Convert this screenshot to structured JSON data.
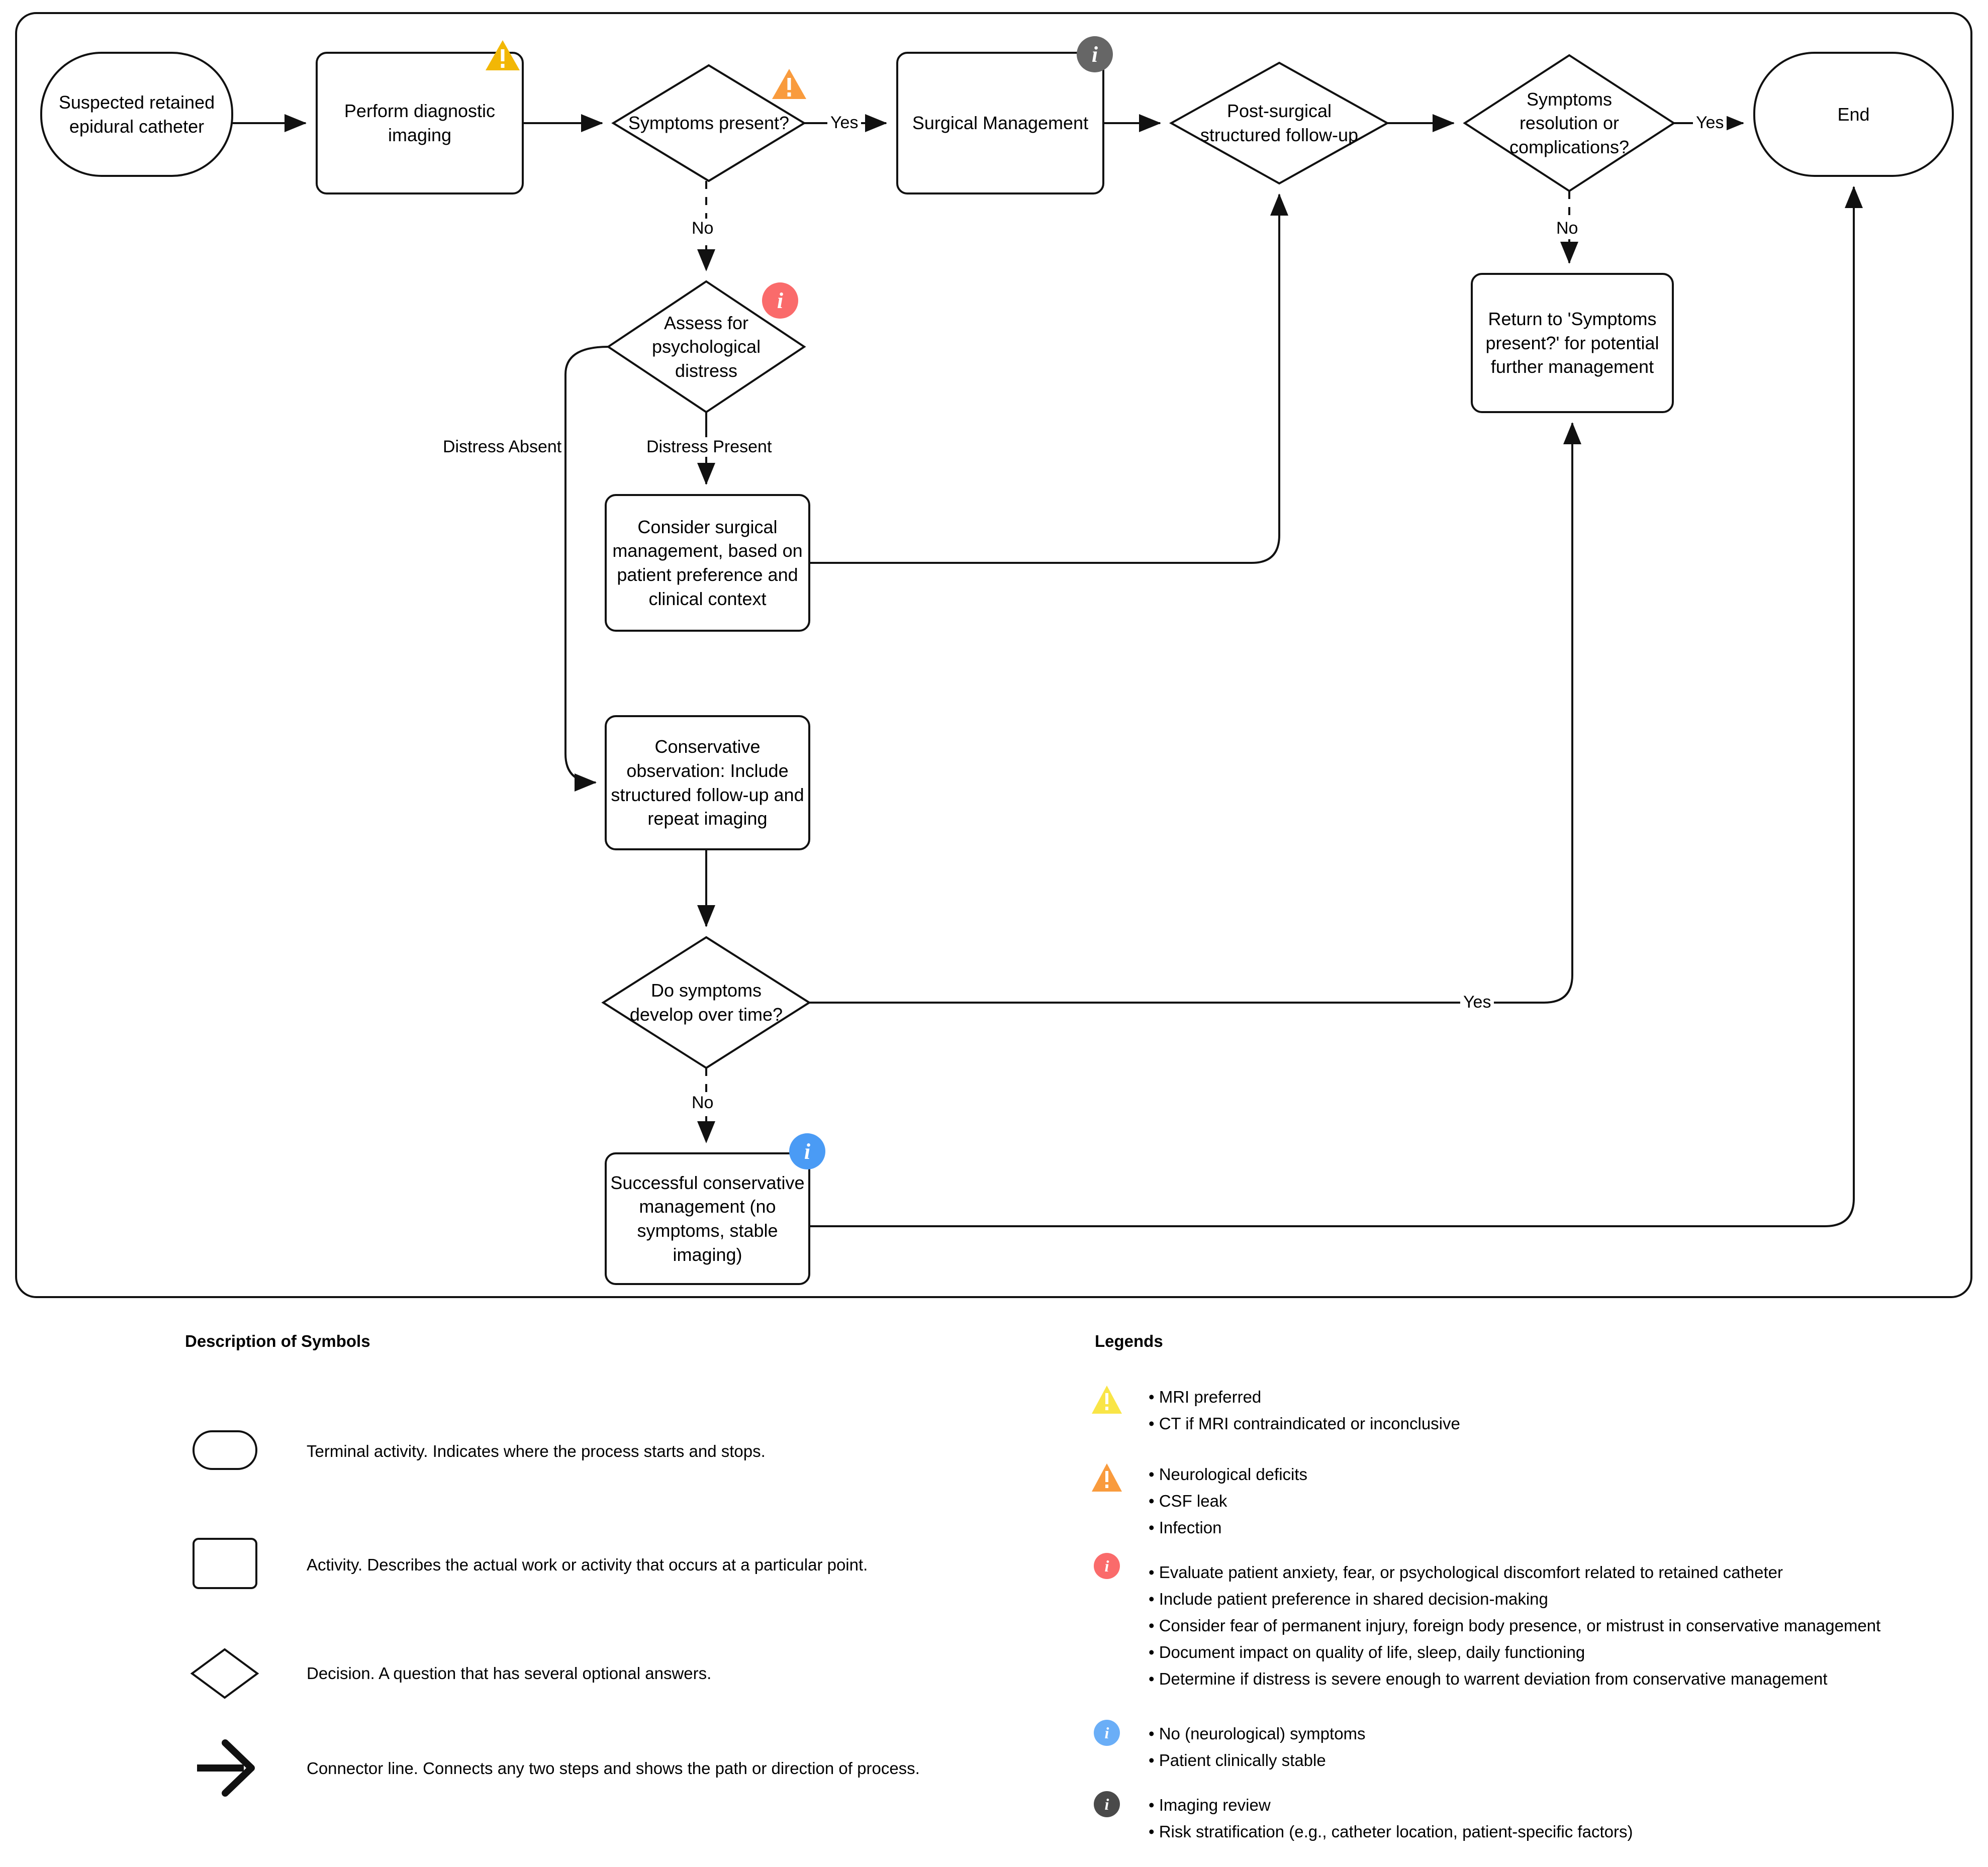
{
  "flowchart": {
    "nodes": [
      {
        "id": "start",
        "shape": "terminal",
        "text": "Suspected retained\nepidural catheter"
      },
      {
        "id": "imaging",
        "shape": "activity",
        "text": "Perform diagnostic\nimaging"
      },
      {
        "id": "symptoms",
        "shape": "decision",
        "text": "Symptoms present?"
      },
      {
        "id": "surgical",
        "shape": "activity",
        "text": "Surgical Management"
      },
      {
        "id": "postop",
        "shape": "decision",
        "text": "Post-surgical\nstructured follow-up"
      },
      {
        "id": "resolution",
        "shape": "decision",
        "text": "Symptoms\nresolution or\ncomplications?"
      },
      {
        "id": "end",
        "shape": "terminal",
        "text": "End"
      },
      {
        "id": "assess",
        "shape": "decision",
        "text": "Assess for\npsychological\ndistress"
      },
      {
        "id": "returnbox",
        "shape": "activity",
        "text": "Return to 'Symptoms\npresent?' for potential\nfurther management"
      },
      {
        "id": "consider",
        "shape": "activity",
        "text": "Consider surgical\nmanagement, based on\npatient preference and\nclinical context"
      },
      {
        "id": "conserv",
        "shape": "activity",
        "text": "Conservative\nobservation: Include\nstructured follow-up and\nrepeat imaging"
      },
      {
        "id": "devsympt",
        "shape": "decision",
        "text": "Do symptoms\ndevelop over time?"
      },
      {
        "id": "success",
        "shape": "activity",
        "text": "Successful conservative\nmanagement (no\nsymptoms, stable\nimaging)"
      }
    ],
    "edge_labels": [
      {
        "id": "symptoms-yes",
        "text": "Yes"
      },
      {
        "id": "symptoms-no",
        "text": "No"
      },
      {
        "id": "resolution-yes",
        "text": "Yes"
      },
      {
        "id": "resolution-no",
        "text": "No"
      },
      {
        "id": "distress-absent",
        "text": "Distress Absent"
      },
      {
        "id": "distress-present",
        "text": "Distress Present"
      },
      {
        "id": "devsympt-yes",
        "text": "Yes"
      },
      {
        "id": "devsympt-no",
        "text": "No"
      }
    ],
    "badges": [
      {
        "id": "badge-imaging",
        "icon": "warning-triangle-icon",
        "color": "#f2b705"
      },
      {
        "id": "badge-symptoms",
        "icon": "warning-triangle-icon",
        "color": "#f99b3d"
      },
      {
        "id": "badge-surgical",
        "icon": "info-circle-icon",
        "color": "#666666",
        "glyph": "i"
      },
      {
        "id": "badge-assess",
        "icon": "info-circle-icon",
        "color": "#fa6b6b",
        "glyph": "i"
      },
      {
        "id": "badge-success",
        "icon": "info-circle-icon",
        "color": "#4a9bf5",
        "glyph": "i"
      }
    ]
  },
  "symbols_panel": {
    "title": "Description of Symbols",
    "items": [
      {
        "shape": "terminal",
        "text": "Terminal activity. Indicates where the process starts and stops."
      },
      {
        "shape": "activity",
        "text": "Activity. Describes the actual work or activity that occurs at a particular point."
      },
      {
        "shape": "decision",
        "text": "Decision. A question that has several optional answers."
      },
      {
        "shape": "arrow",
        "text": "Connector line. Connects any two steps and shows the path or direction of process."
      }
    ]
  },
  "legends_panel": {
    "title": "Legends",
    "groups": [
      {
        "icon": "warning-triangle-icon",
        "color": "#f9e547",
        "items": [
          "• MRI preferred",
          "• CT if MRI contraindicated or inconclusive"
        ]
      },
      {
        "icon": "warning-triangle-icon",
        "color": "#f99b3d",
        "items": [
          "• Neurological deficits",
          "• CSF leak",
          "• Infection"
        ]
      },
      {
        "icon": "info-circle-icon",
        "color": "#fa6b6b",
        "glyph": "i",
        "items": [
          "• Evaluate patient anxiety, fear, or psychological discomfort related to retained catheter",
          "• Include patient preference in shared decision-making",
          "• Consider fear of permanent injury, foreign body presence, or mistrust in conservative management",
          "• Document impact on quality of life, sleep, daily functioning",
          "• Determine if distress is severe enough to warrent deviation from conservative management"
        ]
      },
      {
        "icon": "info-circle-icon",
        "color": "#6aaef7",
        "glyph": "i",
        "items": [
          "• No (neurological) symptoms",
          "• Patient clinically stable"
        ]
      },
      {
        "icon": "info-circle-icon",
        "color": "#4a4a4a",
        "glyph": "i",
        "items": [
          "• Imaging review",
          "• Risk stratification (e.g., catheter location, patient-specific factors)"
        ]
      }
    ]
  }
}
